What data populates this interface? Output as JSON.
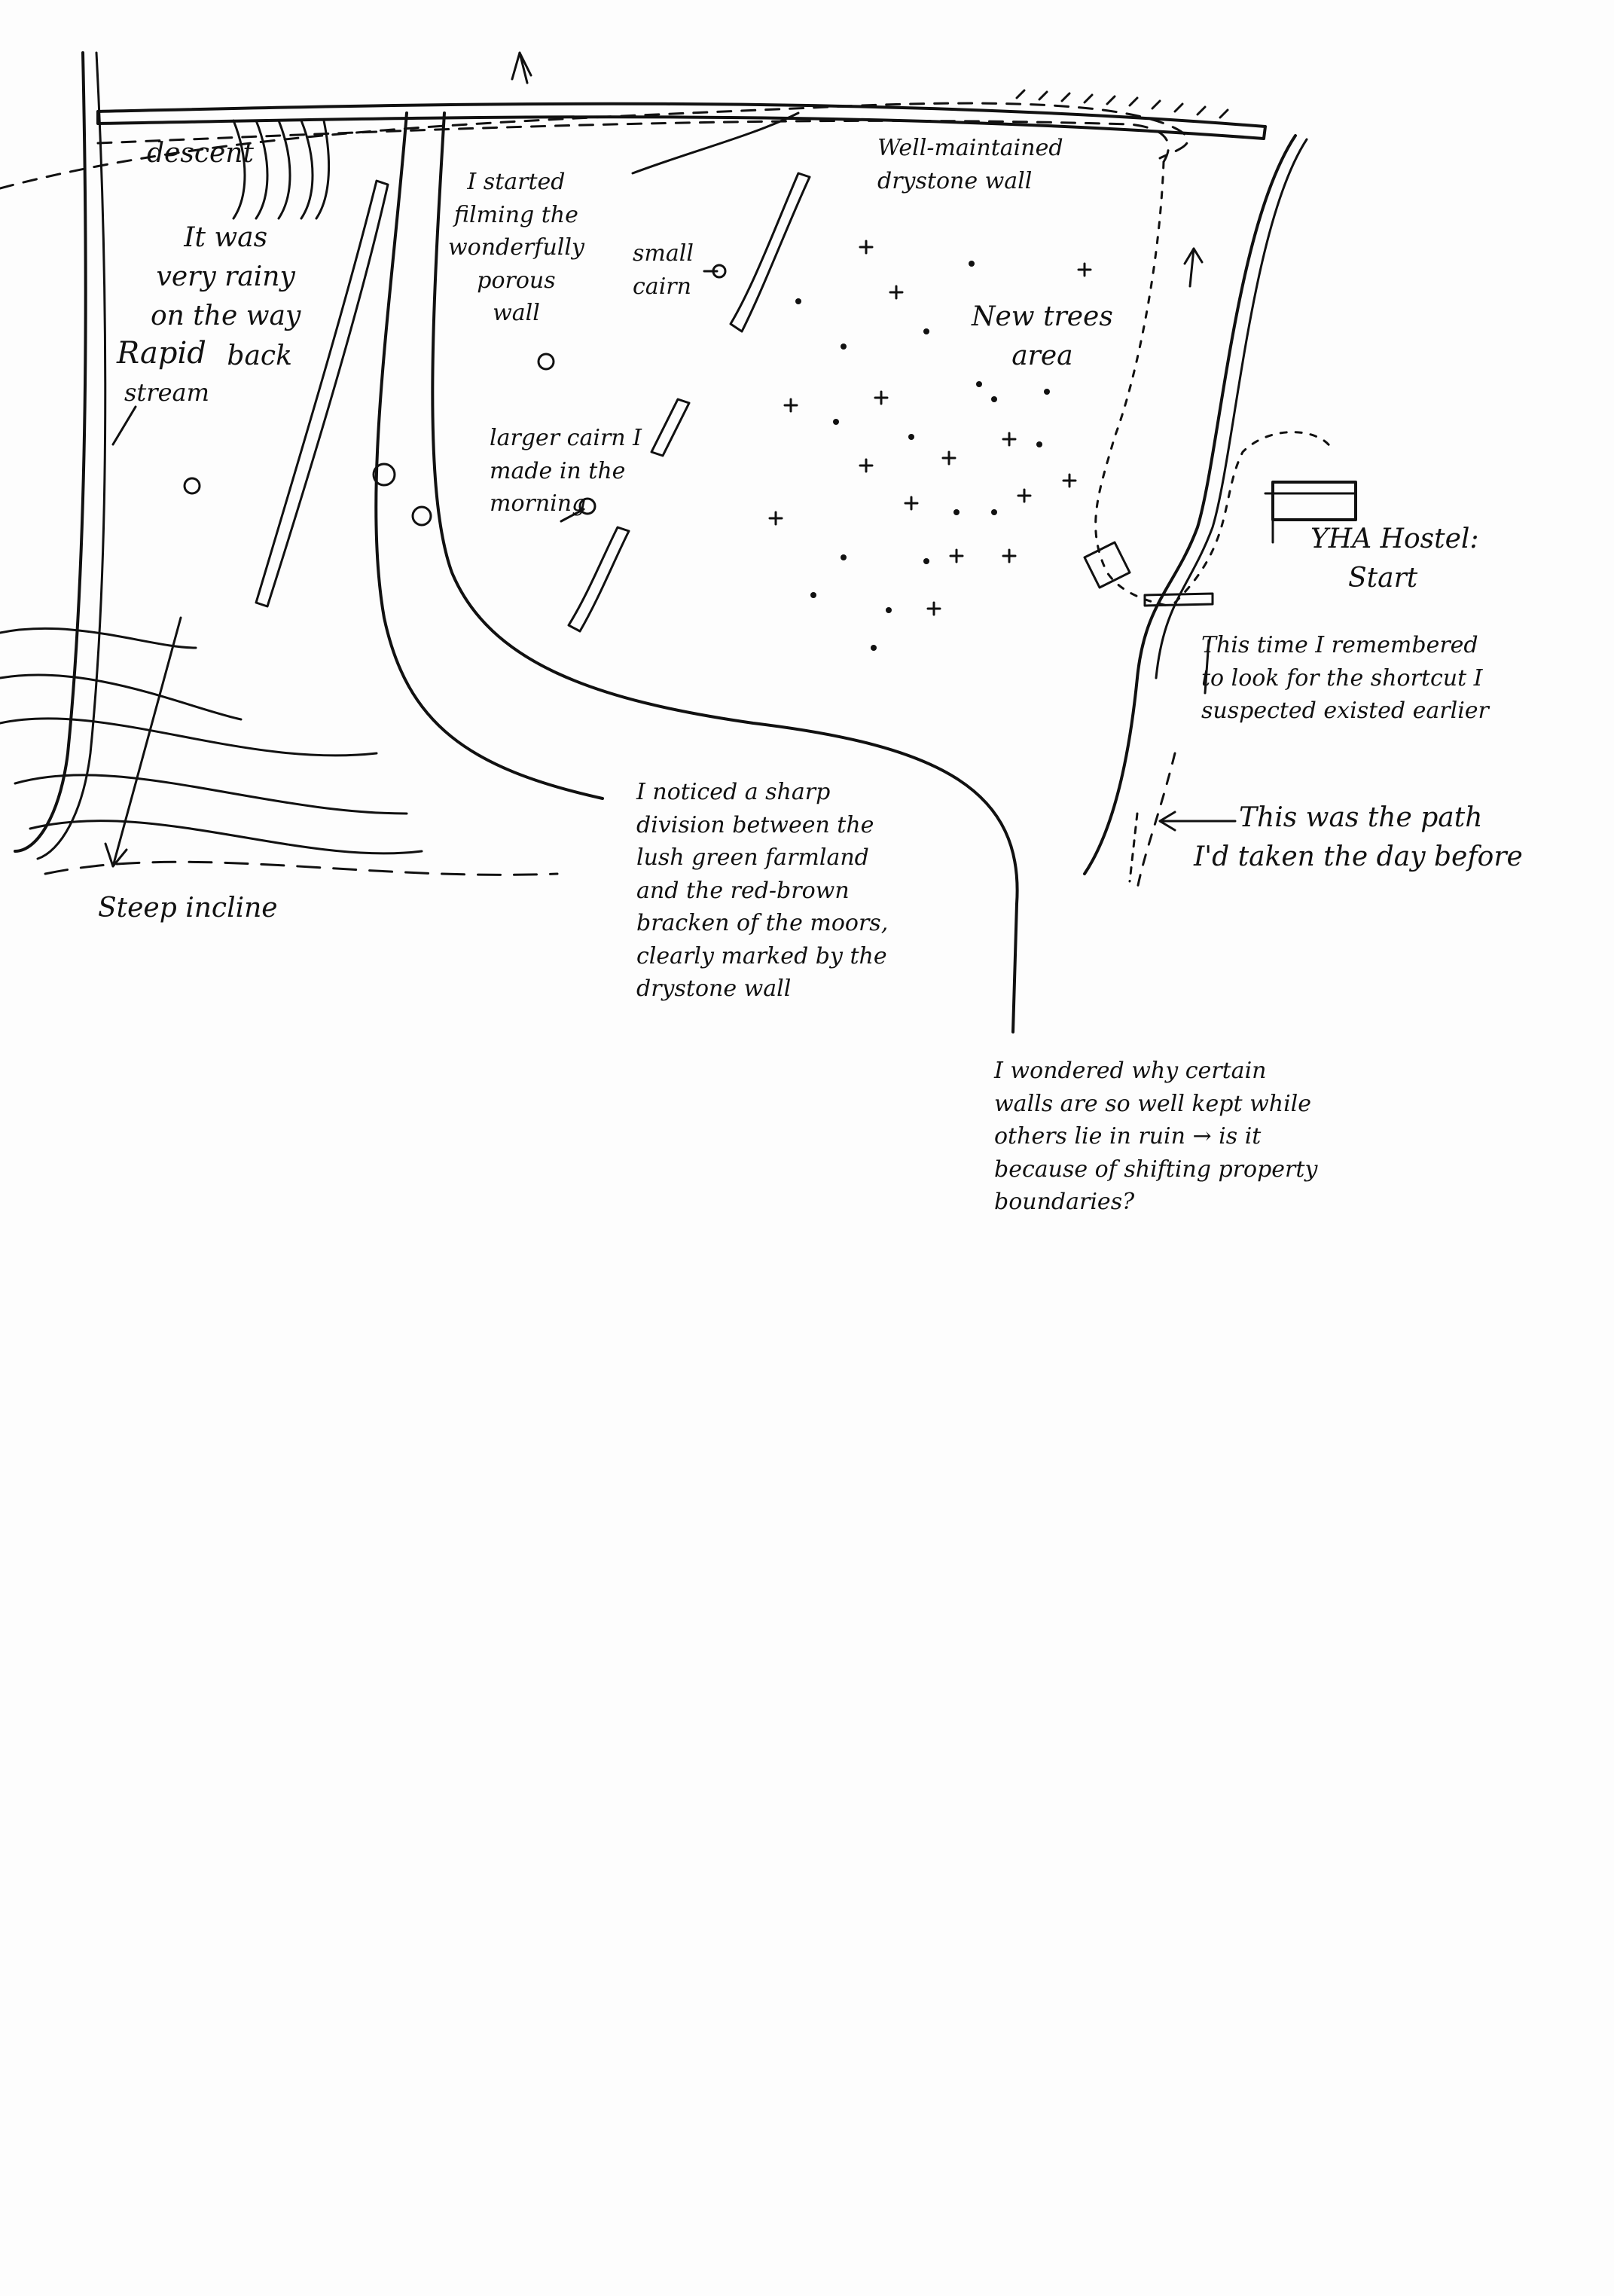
{
  "map": {
    "ink_color": "#111111",
    "paper_color": "#fdfdfd",
    "labels": {
      "descent": "descent",
      "rainy_back": [
        "It was",
        "very rainy",
        "on the way",
        "back"
      ],
      "rapid_stream": [
        "Rapid",
        "stream"
      ],
      "steep_incline": "Steep incline",
      "filming_wall": [
        "I started",
        "filming the",
        "wonderfully",
        "porous",
        "wall"
      ],
      "small_cairn": [
        "small",
        "cairn"
      ],
      "larger_cairn": [
        "larger cairn I",
        "made in the",
        "morning"
      ],
      "well_maintained_wall": [
        "Well-maintained",
        "drystone wall"
      ],
      "new_trees": [
        "New trees",
        "area"
      ],
      "yha_hostel": [
        "YHA Hostel:",
        "Start"
      ],
      "shortcut": [
        "This time I remembered",
        "to look for the shortcut I",
        "suspected existed earlier"
      ],
      "path_day_before": [
        "This was the path",
        "I'd taken the day before"
      ],
      "sharp_division": [
        "I noticed a sharp",
        "division between the",
        "lush green farmland",
        "and the red-brown",
        "bracken of the moors,",
        "clearly marked by the",
        "drystone wall"
      ],
      "wondered_walls": [
        "I wondered why certain",
        "walls are so well kept while",
        "others lie in ruin → is it",
        "because of shifting property",
        "boundaries?"
      ]
    }
  }
}
